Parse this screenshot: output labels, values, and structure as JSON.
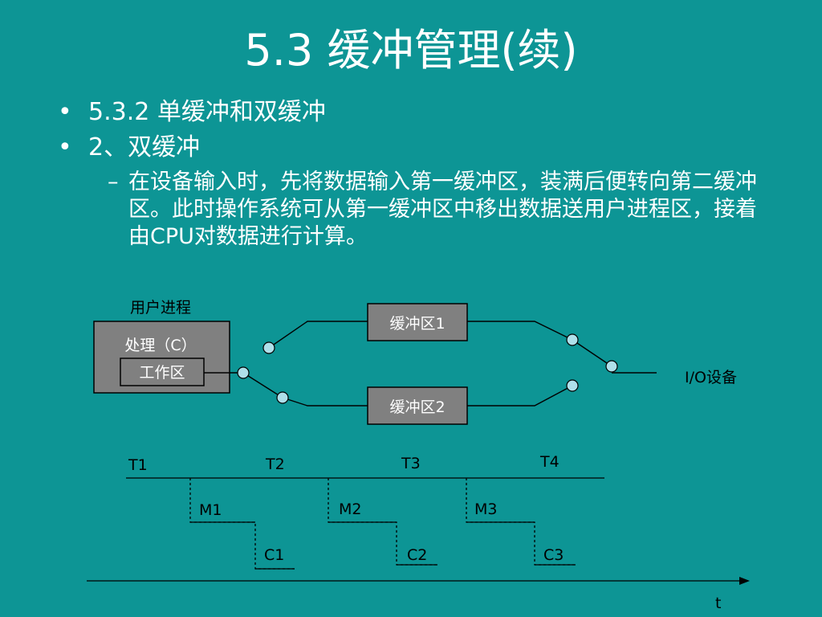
{
  "slide": {
    "title": "5.3 缓冲管理(续)",
    "bullets": [
      "5.3.2  单缓冲和双缓冲",
      "2、双缓冲"
    ],
    "sub_bullet": "在设备输入时，先将数据输入第一缓冲区，装满后便转向第二缓冲区。此时操作系统可从第一缓冲区中移出数据送用户进程区，接着由CPU对数据进行计算。",
    "bullet_symbol": "•",
    "dash_symbol": "–"
  },
  "diagram": {
    "user_process_label": "用户进程",
    "process_label": "处理（C）",
    "work_area_label": "工作区",
    "buffer1_label": "缓冲区1",
    "buffer2_label": "缓冲区2",
    "io_device_label": "I/O设备"
  },
  "timeline": {
    "time_labels": [
      "T1",
      "T2",
      "T3",
      "T4"
    ],
    "move_labels": [
      "M1",
      "M2",
      "M3"
    ],
    "compute_labels": [
      "C1",
      "C2",
      "C3"
    ],
    "axis_label": "t"
  },
  "colors": {
    "background": "#0d9595",
    "box_fill": "#808080",
    "node_fill": "#aee0ea"
  }
}
